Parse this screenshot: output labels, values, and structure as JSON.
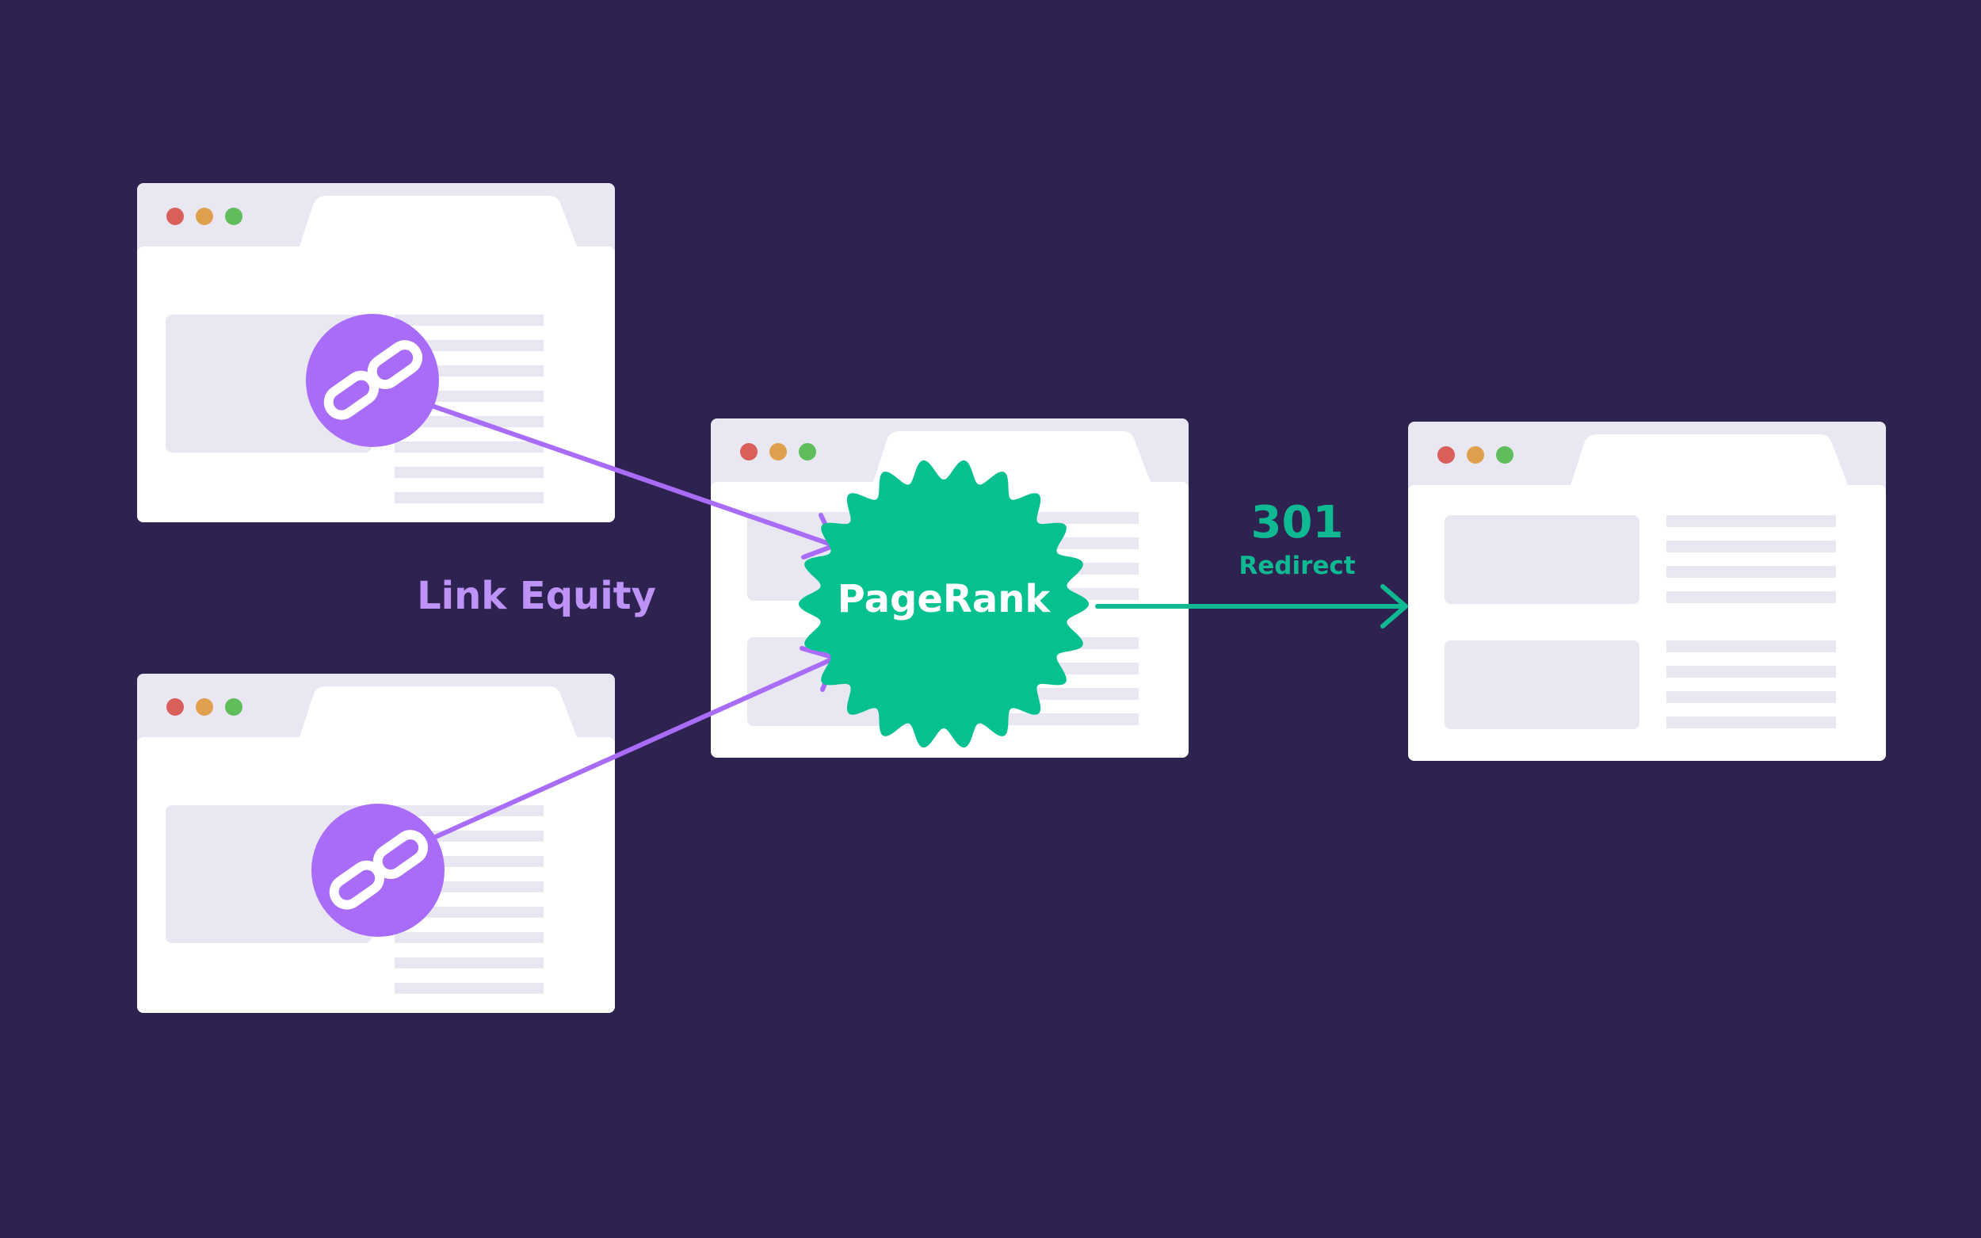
{
  "colors": {
    "background": "#2e2250",
    "window": "#ffffff",
    "window_chrome": "#e9e7f2",
    "placeholder": "#e9e7f2",
    "dot_red": "#d95f5b",
    "dot_orange": "#dfa04e",
    "dot_green": "#5fbd5c",
    "link_purple": "#a86cf8",
    "label_purple": "#be93f8",
    "pagerank_green": "#05c08f",
    "redirect_green": "#0fb991"
  },
  "labels": {
    "link_equity": "Link Equity",
    "pagerank": "PageRank",
    "redirect_code": "301",
    "redirect_text": "Redirect"
  },
  "icons": {
    "link_top": "link-chain-icon",
    "link_bottom": "link-chain-icon",
    "badge": "pagerank-seal"
  },
  "windows": [
    {
      "id": "source-page-top",
      "role": "linking page"
    },
    {
      "id": "source-page-bottom",
      "role": "linking page"
    },
    {
      "id": "old-page",
      "role": "redirected page"
    },
    {
      "id": "new-page",
      "role": "redirect target"
    }
  ]
}
